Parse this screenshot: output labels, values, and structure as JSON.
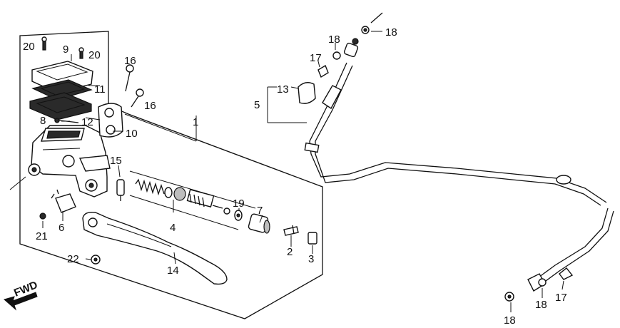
{
  "callouts": {
    "p1": "1",
    "p2": "2",
    "p3": "3",
    "p4": "4",
    "p5": "5",
    "p6": "6",
    "p7": "7",
    "p8": "8",
    "p9": "9",
    "p10": "10",
    "p11": "11",
    "p12": "12",
    "p13": "13",
    "p14": "14",
    "p15": "15",
    "p16a": "16",
    "p16b": "16",
    "p17a": "17",
    "p17b": "17",
    "p18a": "18",
    "p18b": "18",
    "p18c": "18",
    "p18d": "18",
    "p19": "19",
    "p20a": "20",
    "p20b": "20",
    "p21": "21",
    "p22": "22"
  },
  "fwd_label": "FWD"
}
